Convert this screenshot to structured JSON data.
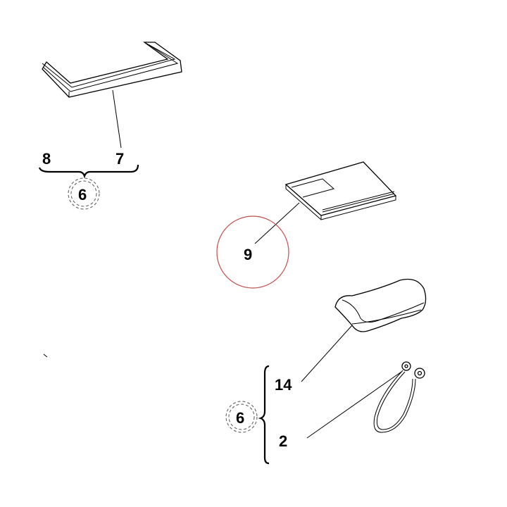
{
  "diagram": {
    "callouts": [
      {
        "id": "8",
        "label": "8"
      },
      {
        "id": "7",
        "label": "7"
      },
      {
        "id": "6-top",
        "label": "6"
      },
      {
        "id": "9",
        "label": "9"
      },
      {
        "id": "14",
        "label": "14"
      },
      {
        "id": "6-bottom",
        "label": "6"
      },
      {
        "id": "2",
        "label": "2"
      }
    ],
    "colors": {
      "line": "#000000",
      "highlight_circle": "#c0504d",
      "dashed_circle": "#555555",
      "background": "#ffffff"
    }
  }
}
